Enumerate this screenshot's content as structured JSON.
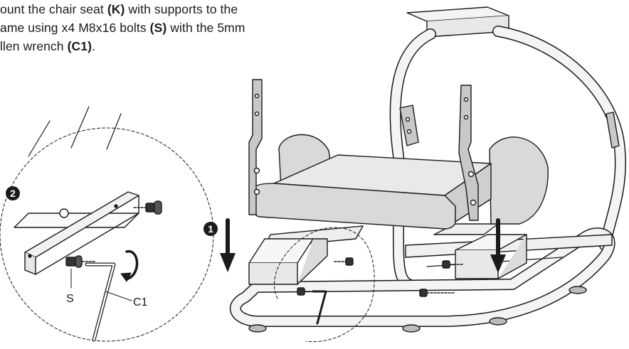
{
  "instruction": {
    "line1_pre": "ount the chair seat ",
    "line1_ref1": "(K)",
    "line1_post": " with supports to the",
    "line2_pre": "ame using x4 M8x16 bolts ",
    "line2_ref": "(S)",
    "line2_post": " with the 5mm",
    "line3_pre": "llen wrench ",
    "line3_ref": "(C1)",
    "line3_post": "."
  },
  "callouts": {
    "step1": "1",
    "step2": "2",
    "bolt_label": "S",
    "wrench_label": "C1"
  },
  "colors": {
    "line": "#1a1a1a",
    "seat_fill": "#d9d9d9",
    "seat_top": "#e9e9e9",
    "frame_fill": "#f4f4f4"
  },
  "icons": {
    "rotate": "clockwise-rotation-arrow-icon",
    "down": "down-arrow-icon"
  }
}
